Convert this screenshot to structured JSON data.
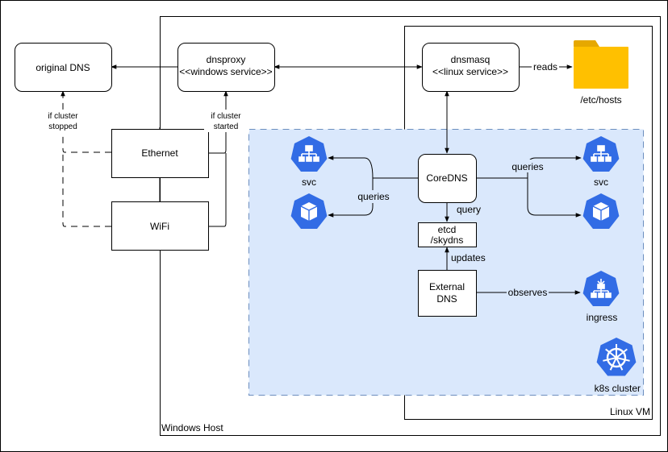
{
  "colors": {
    "cluster_fill": "#dae8fc",
    "cluster_border": "#6c8ebf",
    "k8s_blue": "#326ce5",
    "folder_yellow": "#ffc000",
    "folder_yellow_dark": "#e6a800"
  },
  "containers": {
    "windows_host": "Windows Host",
    "linux_vm": "Linux VM",
    "k8s_cluster": "k8s cluster"
  },
  "nodes": {
    "original_dns": "original DNS",
    "dnsproxy": {
      "line1": "dnsproxy",
      "line2": "<<windows service>>"
    },
    "dnsmasq": {
      "line1": "dnsmasq",
      "line2": "<<linux service>>"
    },
    "ethernet": "Ethernet",
    "wifi": "WiFi",
    "coredns": "CoreDNS",
    "etcd": {
      "line1": "etcd",
      "line2": "/skydns"
    },
    "external_dns": {
      "line1": "External",
      "line2": "DNS"
    },
    "etc_hosts": "/etc/hosts"
  },
  "icons": {
    "svc_left": {
      "name": "svc-icon",
      "label": "svc"
    },
    "pod_left": {
      "name": "pod-icon"
    },
    "svc_right": {
      "name": "svc-icon",
      "label": "svc"
    },
    "pod_right": {
      "name": "pod-icon"
    },
    "ingress": {
      "name": "ingress-icon",
      "label": "ingress"
    },
    "k8s_logo": {
      "name": "kubernetes-logo-icon"
    },
    "folder": {
      "name": "folder-icon"
    }
  },
  "edge_labels": {
    "reads": "reads",
    "if_cluster_stopped": {
      "line1": "if cluster",
      "line2": "stopped"
    },
    "if_cluster_started": {
      "line1": "if cluster",
      "line2": "started"
    },
    "queries_left": "queries",
    "queries_right": "queries",
    "query": "query",
    "updates": "updates",
    "observes": "observes"
  }
}
